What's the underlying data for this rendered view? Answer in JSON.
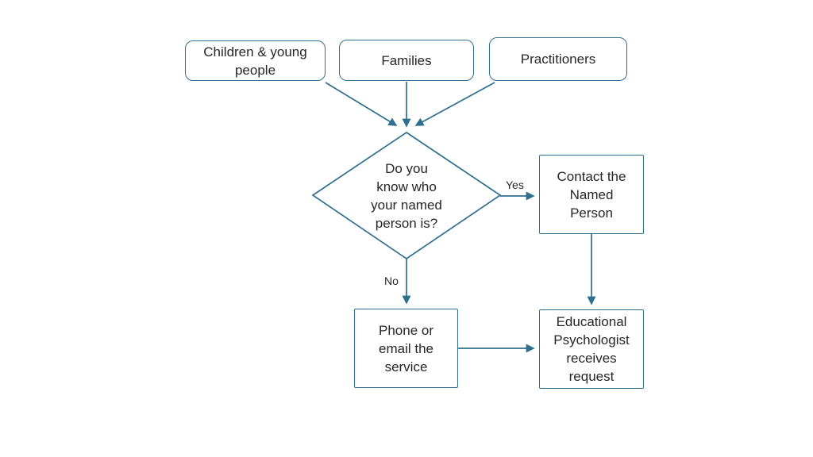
{
  "diagram": {
    "type": "flowchart",
    "colors": {
      "stroke": "#2E6F8E",
      "text": "#262626",
      "node_fill": "#FFFFFF",
      "background": "#FFFFFF"
    },
    "nodes": {
      "children": {
        "lines": [
          "Children & young",
          "people"
        ]
      },
      "families": {
        "lines": [
          "Families"
        ]
      },
      "practitioners": {
        "lines": [
          "Practitioners"
        ]
      },
      "decision": {
        "lines": [
          "Do you",
          "know who",
          "your named",
          "person is?"
        ]
      },
      "contact": {
        "lines": [
          "Contact the",
          "Named",
          "Person"
        ]
      },
      "phone": {
        "lines": [
          "Phone or",
          "email the",
          "service"
        ]
      },
      "edu": {
        "lines": [
          "Educational",
          "Psychologist",
          "receives",
          "request"
        ]
      }
    },
    "edges": {
      "yes_label": "Yes",
      "no_label": "No"
    }
  }
}
